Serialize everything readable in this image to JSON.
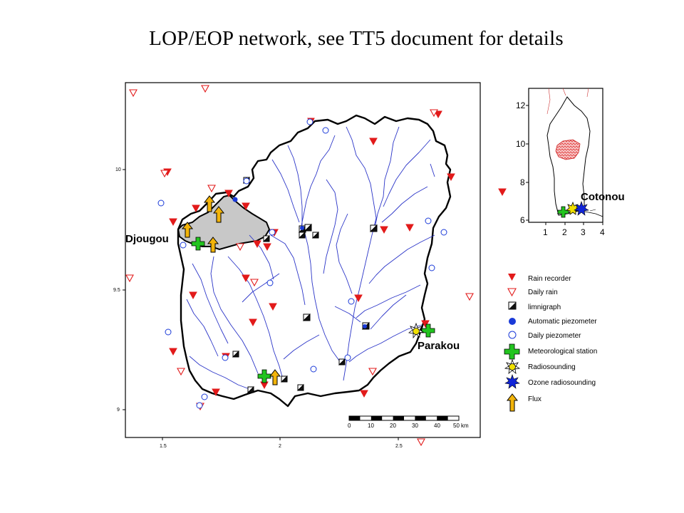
{
  "title": "LOP/EOP network, see TT5 document for details",
  "main_map": {
    "x_ticks": [
      "1.5",
      "2",
      "2.5"
    ],
    "y_ticks": [
      "10",
      "9.5",
      "9"
    ],
    "places": {
      "djougou": "Djougou",
      "parakou": "Parakou"
    },
    "scale_bar": {
      "labels": [
        "0",
        "10",
        "20",
        "30",
        "40",
        "50"
      ],
      "unit": "km"
    }
  },
  "inset_map": {
    "x_ticks": [
      "1",
      "2",
      "3",
      "4"
    ],
    "y_ticks": [
      "12",
      "10",
      "8",
      "6"
    ],
    "place": "Cotonou"
  },
  "legend": {
    "items": [
      {
        "label": "Rain recorder",
        "icon": "filled-triangle-icon"
      },
      {
        "label": "Daily rain",
        "icon": "open-triangle-icon"
      },
      {
        "label": "limnigraph",
        "icon": "half-square-icon"
      },
      {
        "label": "Automatic piezometer",
        "icon": "filled-circle-icon"
      },
      {
        "label": "Daily piezometer",
        "icon": "open-circle-icon"
      },
      {
        "label": "Meteorological station",
        "icon": "green-cross-icon"
      },
      {
        "label": "Radiosounding",
        "icon": "yellow-star-icon"
      },
      {
        "label": "Ozone radiosounding",
        "icon": "blue-star-icon"
      },
      {
        "label": "Flux",
        "icon": "arrow-icon"
      }
    ]
  },
  "colors": {
    "rain": "#e21a1a",
    "river": "#2b35c8",
    "piezometer": "#1a3ad8",
    "met_station": "#22c41f",
    "radiosounding": "#f0e000",
    "ozone": "#1024d8",
    "flux": "#f2b40a",
    "sub_basin": "#c8c8c8"
  }
}
